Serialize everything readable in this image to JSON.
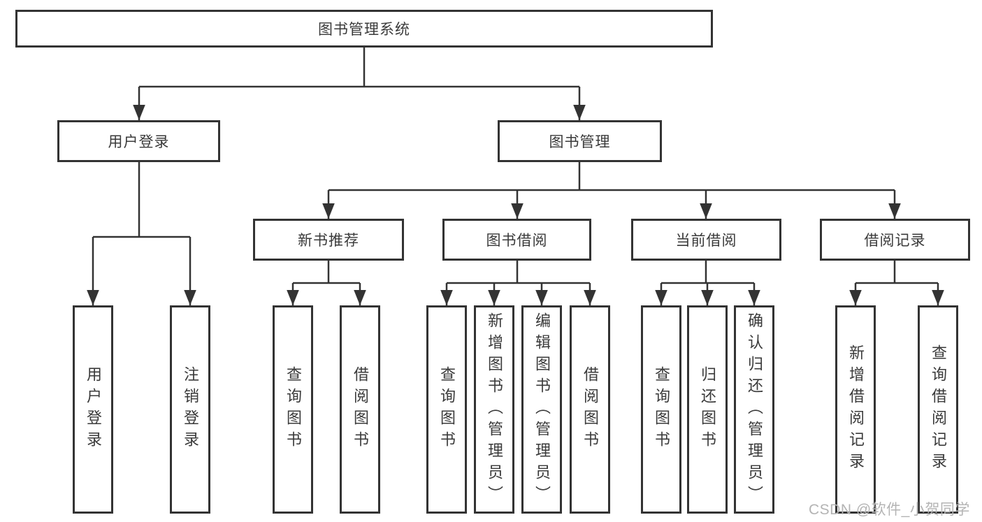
{
  "diagram": {
    "root": {
      "label": "图书管理系统"
    },
    "branches": [
      {
        "label": "用户登录",
        "children": [
          {
            "label": "用户登录"
          },
          {
            "label": "注销登录"
          }
        ]
      },
      {
        "label": "图书管理",
        "children": [
          {
            "label": "新书推荐",
            "children": [
              {
                "label": "查询图书"
              },
              {
                "label": "借阅图书"
              }
            ]
          },
          {
            "label": "图书借阅",
            "children": [
              {
                "label": "查询图书"
              },
              {
                "label": "新增图书（管理员）"
              },
              {
                "label": "编辑图书（管理员）"
              },
              {
                "label": "借阅图书"
              }
            ]
          },
          {
            "label": "当前借阅",
            "children": [
              {
                "label": "查询图书"
              },
              {
                "label": "归还图书"
              },
              {
                "label": "确认归还（管理员）"
              }
            ]
          },
          {
            "label": "借阅记录",
            "children": [
              {
                "label": "新增借阅记录"
              },
              {
                "label": "查询借阅记录"
              }
            ]
          }
        ]
      }
    ]
  },
  "watermark": {
    "text": "CSDN @软件_小贺同学"
  },
  "colors": {
    "line": "#333333",
    "box_border": "#333333",
    "text": "#3a3a3a",
    "watermark": "#b4b4b4",
    "background": "#ffffff"
  }
}
